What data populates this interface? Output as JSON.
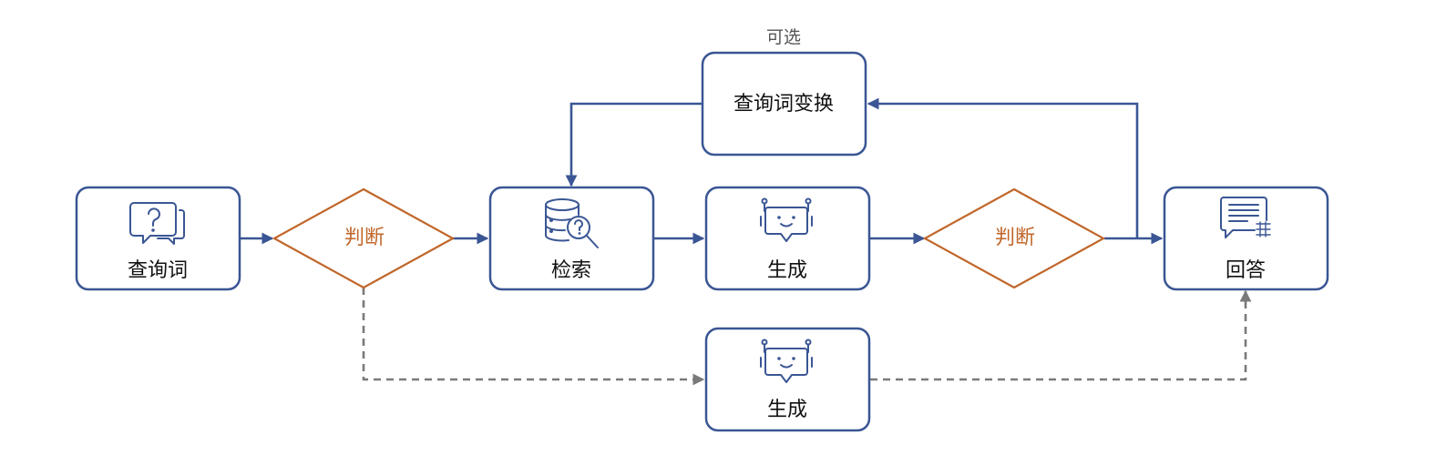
{
  "diagram": {
    "nodes": {
      "query": {
        "label": "查询词",
        "icon": "chat-question-icon"
      },
      "judge1": {
        "label": "判断"
      },
      "retrieve": {
        "label": "检索",
        "icon": "database-search-icon"
      },
      "generate1": {
        "label": "生成",
        "icon": "robot-chat-icon"
      },
      "judge2": {
        "label": "判断"
      },
      "answer": {
        "label": "回答",
        "icon": "document-chat-icon"
      },
      "transform": {
        "label": "查询词变换",
        "note": "可选"
      },
      "generate2": {
        "label": "生成",
        "icon": "robot-chat-icon"
      }
    },
    "edges": [
      {
        "from": "query",
        "to": "judge1",
        "style": "solid"
      },
      {
        "from": "judge1",
        "to": "retrieve",
        "style": "solid"
      },
      {
        "from": "retrieve",
        "to": "generate1",
        "style": "solid"
      },
      {
        "from": "generate1",
        "to": "judge2",
        "style": "solid"
      },
      {
        "from": "judge2",
        "to": "answer",
        "style": "solid"
      },
      {
        "from": "judge2",
        "to": "transform",
        "style": "solid"
      },
      {
        "from": "transform",
        "to": "retrieve",
        "style": "solid"
      },
      {
        "from": "judge1",
        "to": "generate2",
        "style": "dashed"
      },
      {
        "from": "generate2",
        "to": "answer",
        "style": "dashed"
      }
    ],
    "colors": {
      "box_stroke": "#3a5694",
      "diamond_stroke": "#c0662a",
      "judge_text": "#c0662a",
      "dashed_edge": "#7a7a7a"
    }
  }
}
